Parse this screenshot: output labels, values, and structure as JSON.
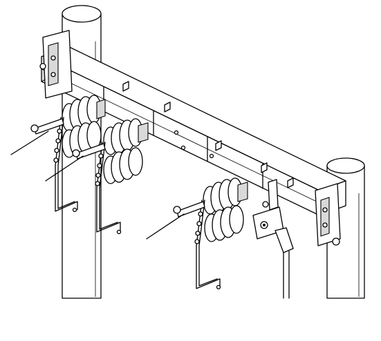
{
  "drawing": {
    "background": "#ffffff",
    "line_color": "#000000",
    "components": [
      "pole-left",
      "pole-right",
      "crossarm",
      "insulator-stack",
      "disconnect-switch",
      "operating-handle",
      "drop-conductor"
    ]
  }
}
